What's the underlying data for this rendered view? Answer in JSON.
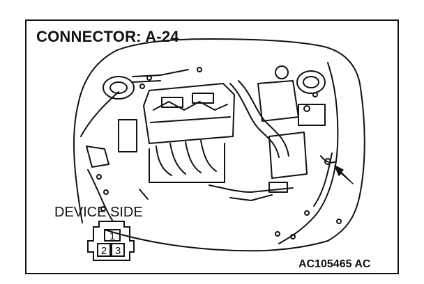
{
  "title": "CONNECTOR: A-24",
  "device_side_label": "DEVICE SIDE",
  "reference_code": "AC105465 AC",
  "connector_pins": [
    "1",
    "2",
    "3"
  ],
  "colors": {
    "line": "#111111",
    "background": "#ffffff"
  }
}
